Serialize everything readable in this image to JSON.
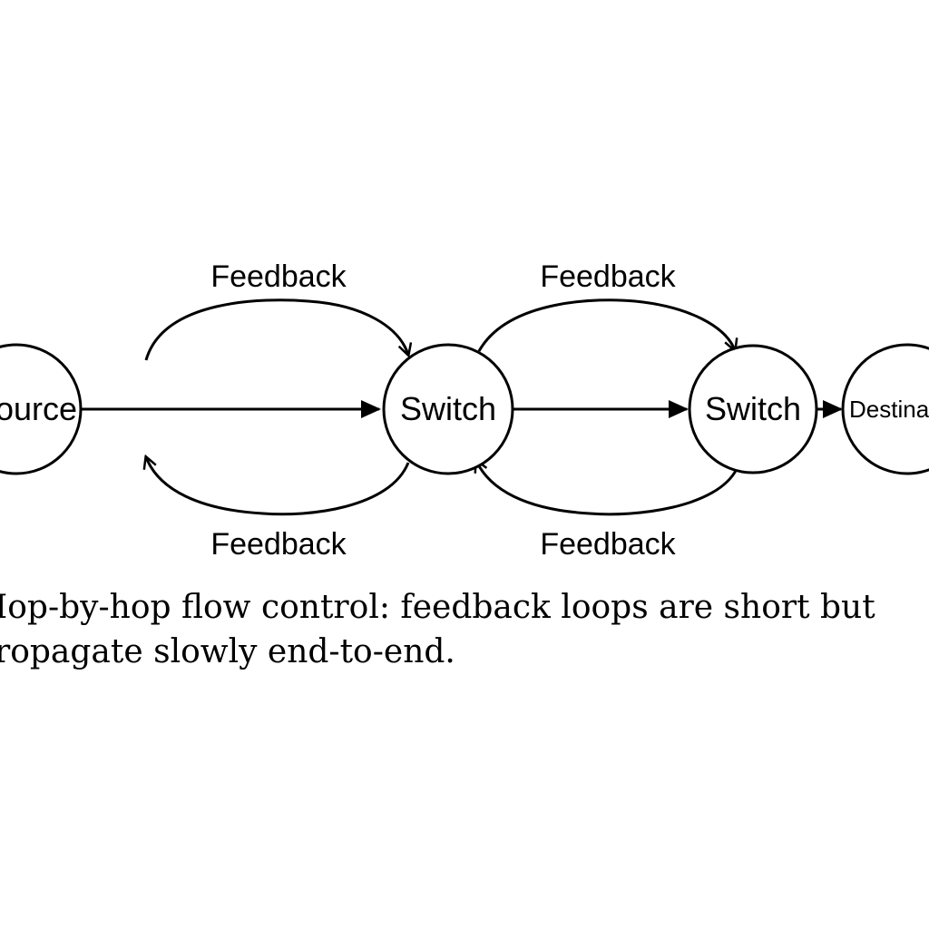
{
  "nodes": {
    "source": "ource",
    "switch_1": "Switch",
    "switch_2": "Switch",
    "destination": "Destina"
  },
  "feedback_labels": {
    "top_left": "Feedback",
    "top_right": "Feedback",
    "bottom_left": "Feedback",
    "bottom_right": "Feedback"
  },
  "caption": {
    "line_1": "Iop-by-hop flow control: feedback loops are short but",
    "line_2": "ropagate slowly end-to-end."
  },
  "colors": {
    "stroke": "#000000",
    "background": "#ffffff"
  }
}
